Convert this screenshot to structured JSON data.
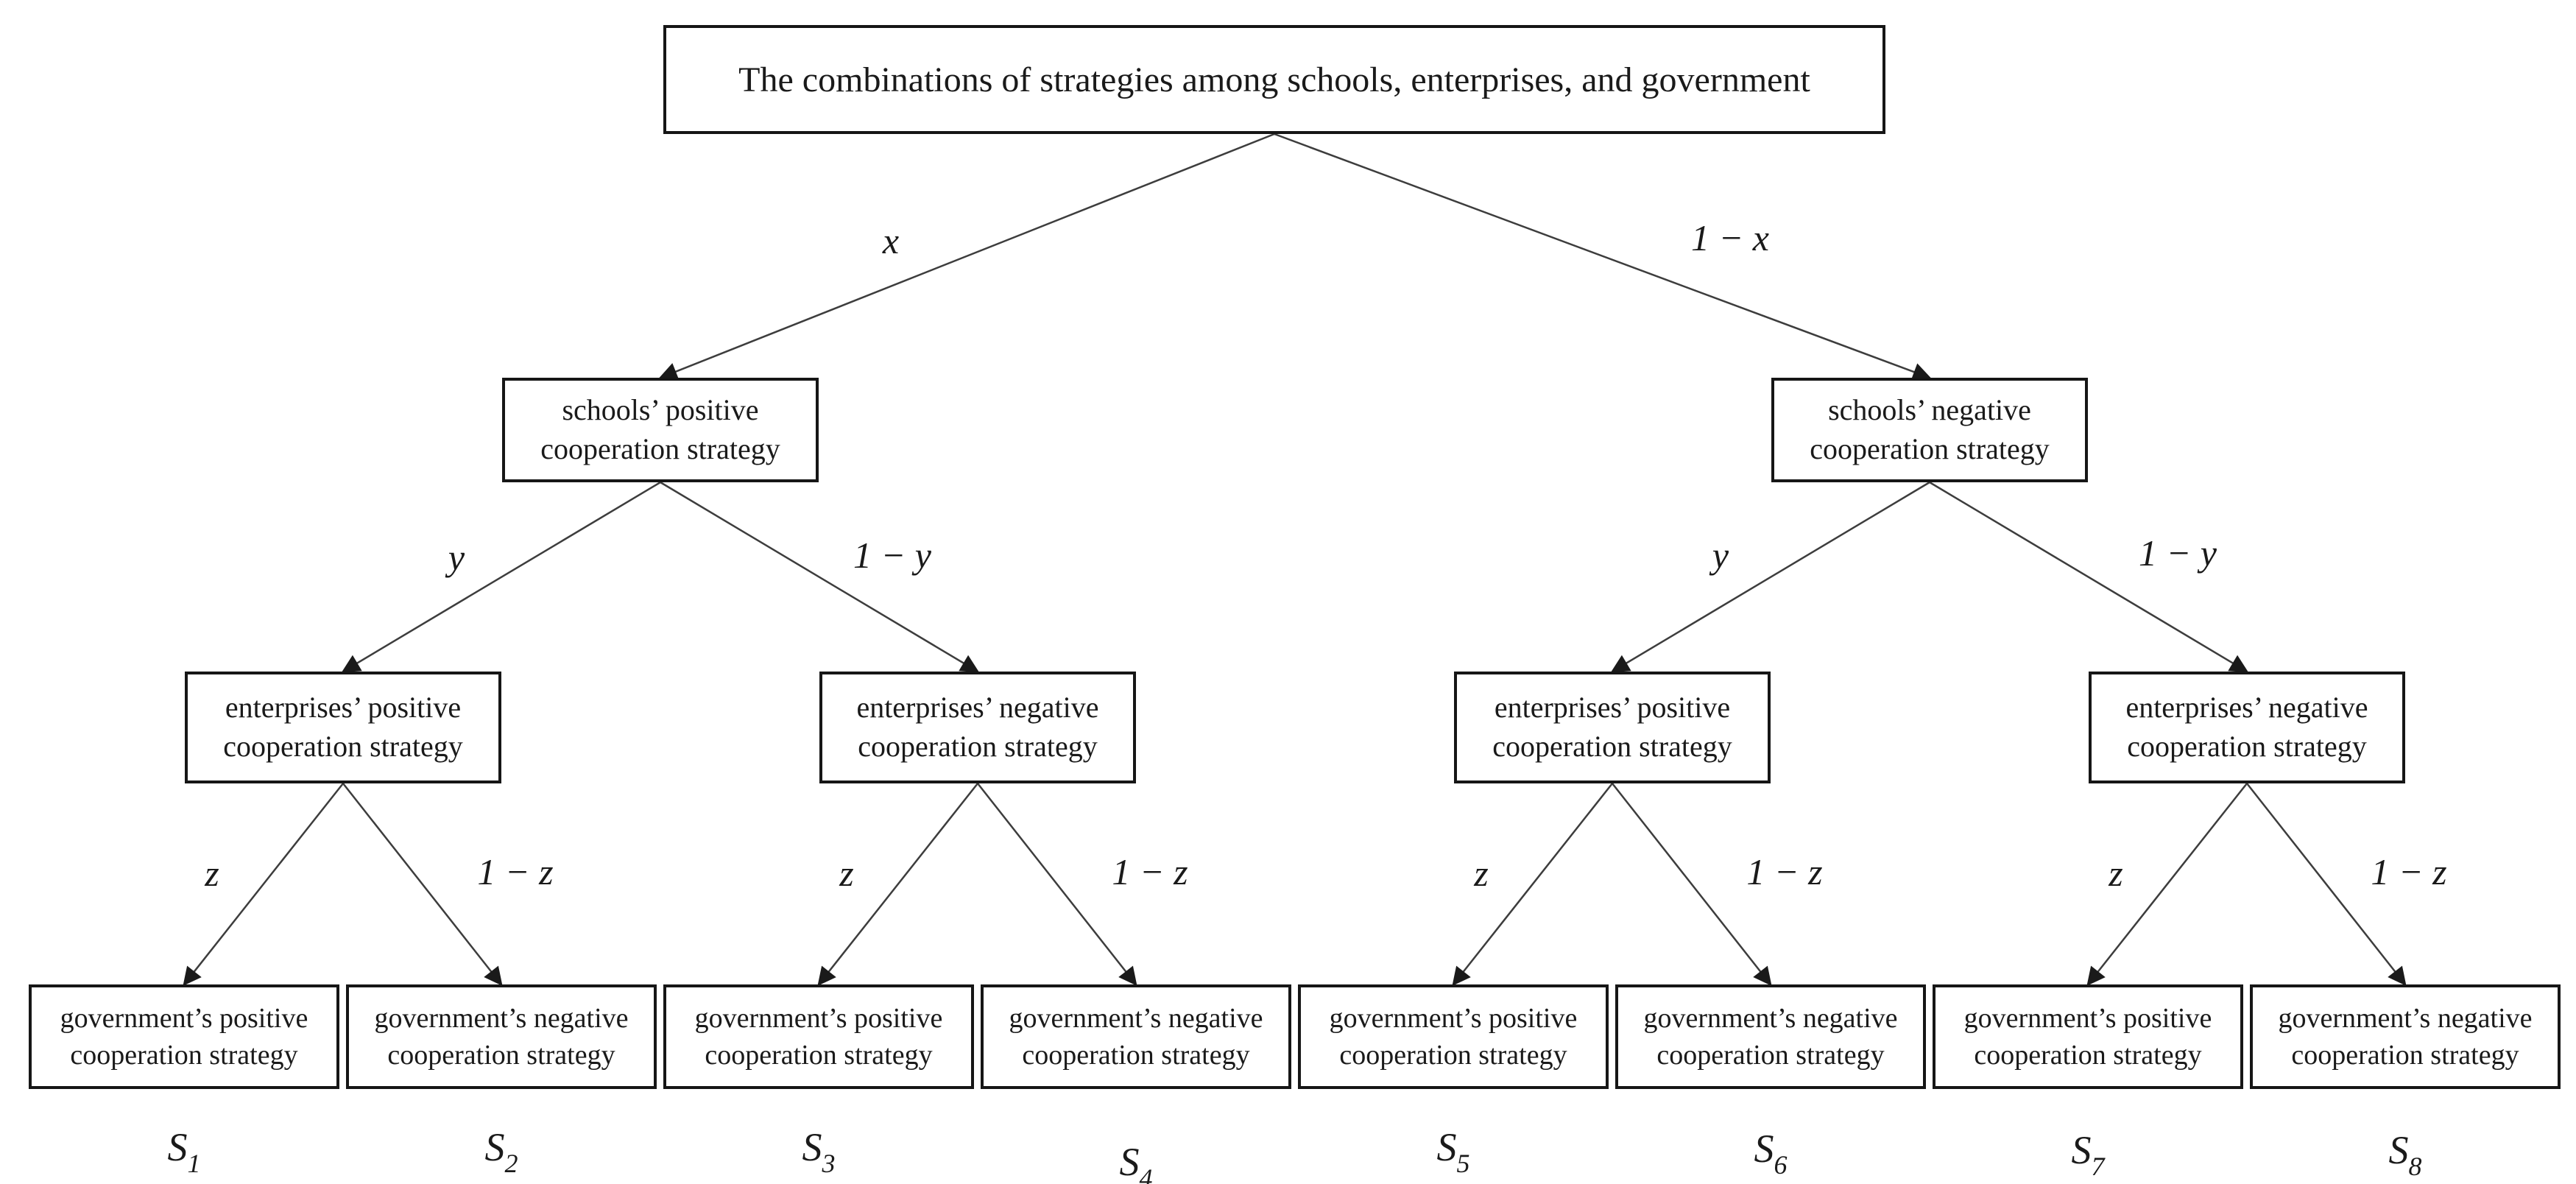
{
  "figure_title": "The combinations of strategies among schools, enterprises, and government",
  "nodes": {
    "schools": [
      {
        "label": "schools’ positive cooperation strategy"
      },
      {
        "label": "schools’ negative cooperation strategy"
      }
    ],
    "enterprises": [
      {
        "label": "enterprises’ positive cooperation strategy"
      },
      {
        "label": "enterprises’ negative cooperation strategy"
      },
      {
        "label": "enterprises’ positive cooperation strategy"
      },
      {
        "label": "enterprises’ negative cooperation strategy"
      }
    ],
    "government": [
      {
        "label": "government’s positive cooperation strategy"
      },
      {
        "label": "government’s negative cooperation strategy"
      },
      {
        "label": "government’s positive cooperation strategy"
      },
      {
        "label": "government’s negative cooperation strategy"
      },
      {
        "label": "government’s positive cooperation strategy"
      },
      {
        "label": "government’s negative cooperation strategy"
      },
      {
        "label": "government’s positive cooperation strategy"
      },
      {
        "label": "government’s negative cooperation strategy"
      }
    ]
  },
  "branch_probabilities": {
    "x": "x",
    "one_minus_x": "1 − x",
    "y": "y",
    "one_minus_y": "1 − y",
    "z": "z",
    "one_minus_z": "1 − z"
  },
  "outcomes": [
    {
      "name": "S",
      "sub": "1"
    },
    {
      "name": "S",
      "sub": "2"
    },
    {
      "name": "S",
      "sub": "3"
    },
    {
      "name": "S",
      "sub": "4"
    },
    {
      "name": "S",
      "sub": "5"
    },
    {
      "name": "S",
      "sub": "6"
    },
    {
      "name": "S",
      "sub": "7"
    },
    {
      "name": "S",
      "sub": "8"
    }
  ],
  "colors": {
    "ink": "#1a1a1a",
    "line": "#3d3d3d",
    "background": "#ffffff"
  }
}
